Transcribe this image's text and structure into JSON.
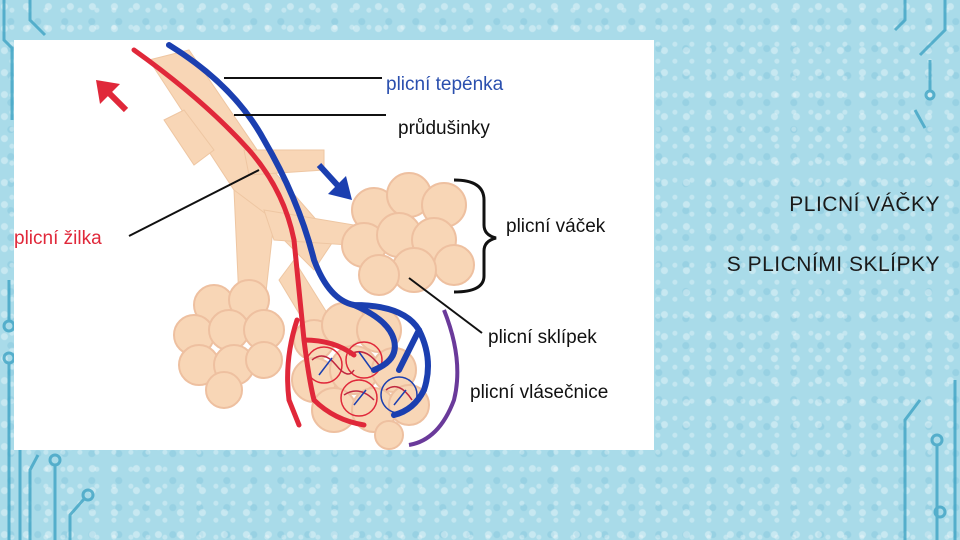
{
  "labels": {
    "pulmonary_artery": "plicní tepénka",
    "bronchioles": "průdušinky",
    "alveolar_sac": "plicní váček",
    "pulmonary_vein": "plicní žilka",
    "alveolus": "plicní sklípek",
    "capillaries": "plicní vlásečnice"
  },
  "side_text": {
    "line1": "PLICNÍ VÁČKY",
    "line2": "S PLICNÍMI SKLÍPKY"
  },
  "colors": {
    "artery_blue": "#1b3fb0",
    "vein_red": "#e0283a",
    "vein_label_red": "#e0283a",
    "artery_label_blue": "#2a4fae",
    "tissue": "#f8d6b6",
    "capillary_purple": "#6a3a9a",
    "circuit_lines": "#3fa4c4"
  },
  "icons": {
    "out_arrow": "arrow-up-left-icon",
    "in_arrow": "arrow-down-right-icon"
  }
}
